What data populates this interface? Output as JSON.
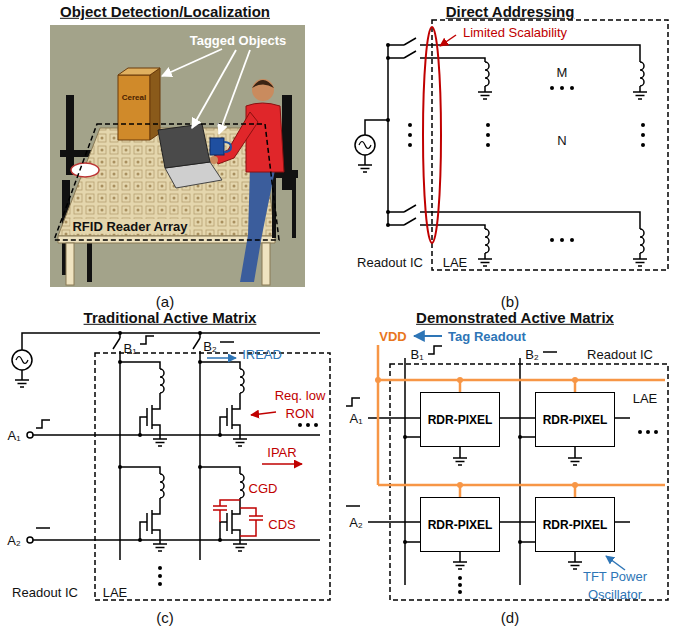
{
  "diagram": {
    "nodes": [
      {
        "text": [
          "RDR-PIXEL"
        ]
      },
      {
        "text": [
          "RDR-PIXEL"
        ]
      },
      {
        "text": [
          "RDR-PIXEL"
        ]
      },
      {
        "text": [
          "RDR-PIXEL"
        ]
      }
    ],
    "labels": [
      "Object Detection/Localization",
      "Tagged Objects",
      "Cereal",
      "RFID Reader Array",
      "(a)",
      "Direct Addressing",
      "Limited Scalability",
      "M",
      "N",
      "Readout IC",
      "LAE",
      "(b)",
      "Traditional Active Matrix",
      "B₁",
      "B₂",
      "IREAD",
      "Req. low RON",
      "A₁",
      "IPAR",
      "CGD",
      "CDS",
      "A₂",
      "Readout IC",
      "LAE",
      "(c)",
      "Demonstrated Active Matrix",
      "VDD",
      "Tag Readout",
      "B₁",
      "B₂",
      "Readout IC",
      "LAE",
      "A₁",
      "A₂",
      "TFT Power Oscillator",
      "(d)"
    ]
  }
}
